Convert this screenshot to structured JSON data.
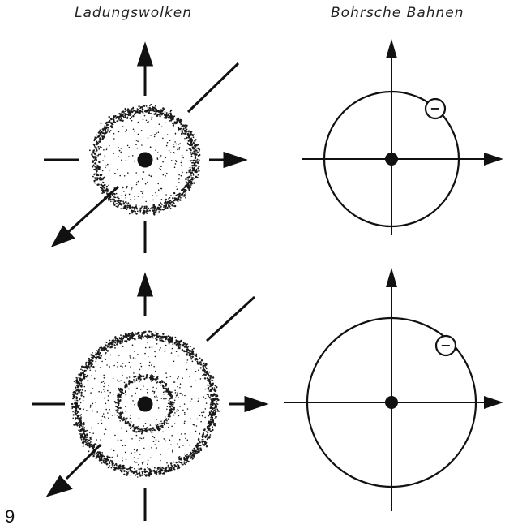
{
  "headings": {
    "left": "Ladungswolken",
    "right": "Bohrsche Bahnen"
  },
  "electron_symbol": "−",
  "page_number": "9",
  "rows": [
    {
      "cloud_shells": 1
    },
    {
      "cloud_shells": 2
    }
  ],
  "colors": {
    "ink": "#111111",
    "dots": "#1a1a1a",
    "background": "#ffffff"
  }
}
